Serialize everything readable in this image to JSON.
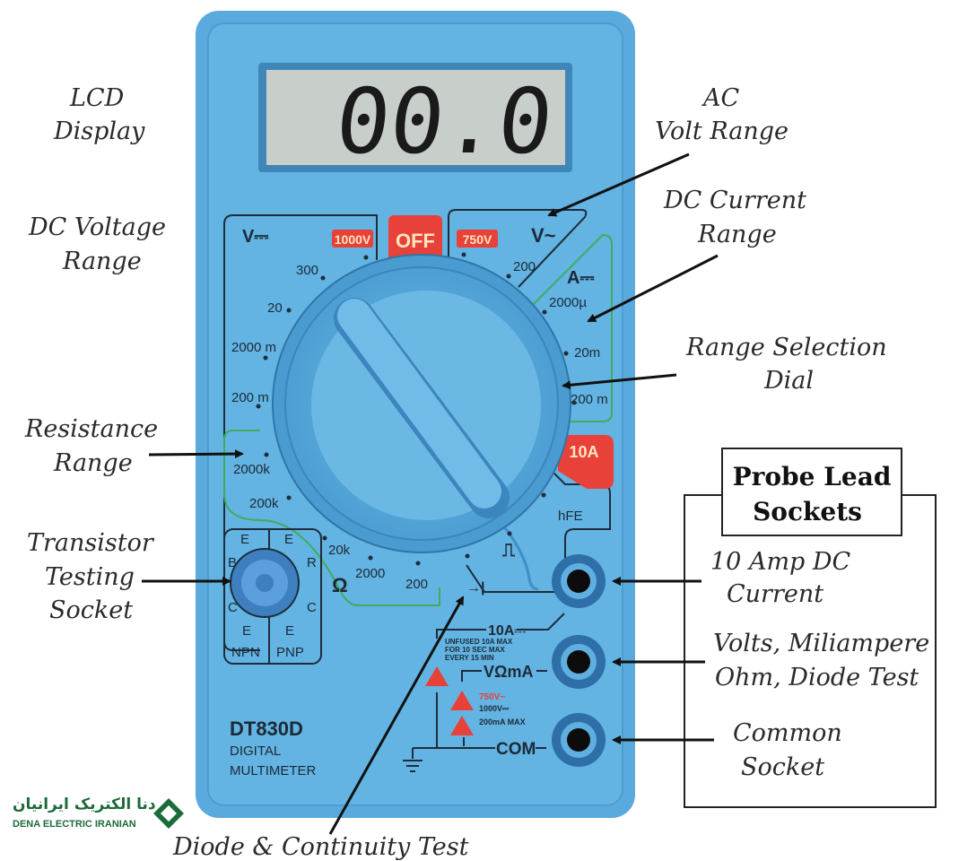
{
  "colors": {
    "body": "#5fb0e0",
    "lcd": "#c8cfcb",
    "accent": "#e8413a",
    "outline": "#1f2d3a",
    "green": "#3fae5c",
    "logo": "#1d6b3a"
  },
  "lcd_reading": "00.0",
  "dial": {
    "dc_volts_symbol": "V⎓",
    "ac_volts_symbol": "V~",
    "dc_amps_symbol": "A⎓",
    "off": "OFF",
    "v1000": "1000V",
    "v750": "750V",
    "a10": "10A",
    "dcv_ranges": [
      "300",
      "20",
      "2000 m",
      "200 m"
    ],
    "acv_range": "200",
    "dca_ranges": [
      "2000µ",
      "20m",
      "200 m"
    ],
    "ohm_symbol": "Ω",
    "ohm_ranges": [
      "2000k",
      "200k",
      "20k",
      "2000",
      "200"
    ],
    "hfe": "hFE",
    "diode_symbol": "→|",
    "square_wave_symbol": "⎍"
  },
  "transistor_socket": {
    "pins_left": [
      "E",
      "B",
      "C",
      "E"
    ],
    "pins_right": [
      "E",
      "R",
      "C",
      "E"
    ],
    "npn": "NPN",
    "pnp": "PNP"
  },
  "terminals": {
    "a10": "10A⎓",
    "vma": "VΩmA",
    "com": "COM",
    "fine_print_1": [
      "UNFUSED 10A MAX",
      "FOR 10 SEC MAX",
      "EVERY 15 MIN"
    ],
    "fine_print_2": [
      "750V~",
      "1000V⎓",
      "200mA MAX"
    ]
  },
  "model": {
    "name": "DT830D",
    "line1": "DIGITAL",
    "line2": "MULTIMETER"
  },
  "annotations": {
    "lcd": [
      "LCD",
      "Display"
    ],
    "ac_volt": [
      "AC",
      "Volt Range"
    ],
    "dc_current": [
      "DC Current",
      "Range"
    ],
    "dc_voltage": [
      "DC Voltage",
      "Range"
    ],
    "range_dial": [
      "Range Selection",
      "Dial"
    ],
    "resistance": [
      "Resistance",
      "Range"
    ],
    "transistor": [
      "Transistor",
      "Testing",
      "Socket"
    ],
    "probe_title": [
      "Probe Lead",
      "Sockets"
    ],
    "amp10": [
      "10 Amp DC",
      "Current"
    ],
    "volts": [
      "Volts, Miliampere",
      "Ohm, Diode  Test"
    ],
    "common": [
      "Common",
      "Socket"
    ],
    "diode": "Diode & Continuity Test"
  },
  "logo": {
    "persian": "دنا الکتریک ایرانیان",
    "latin": "DENA ELECTRIC IRANIAN"
  }
}
